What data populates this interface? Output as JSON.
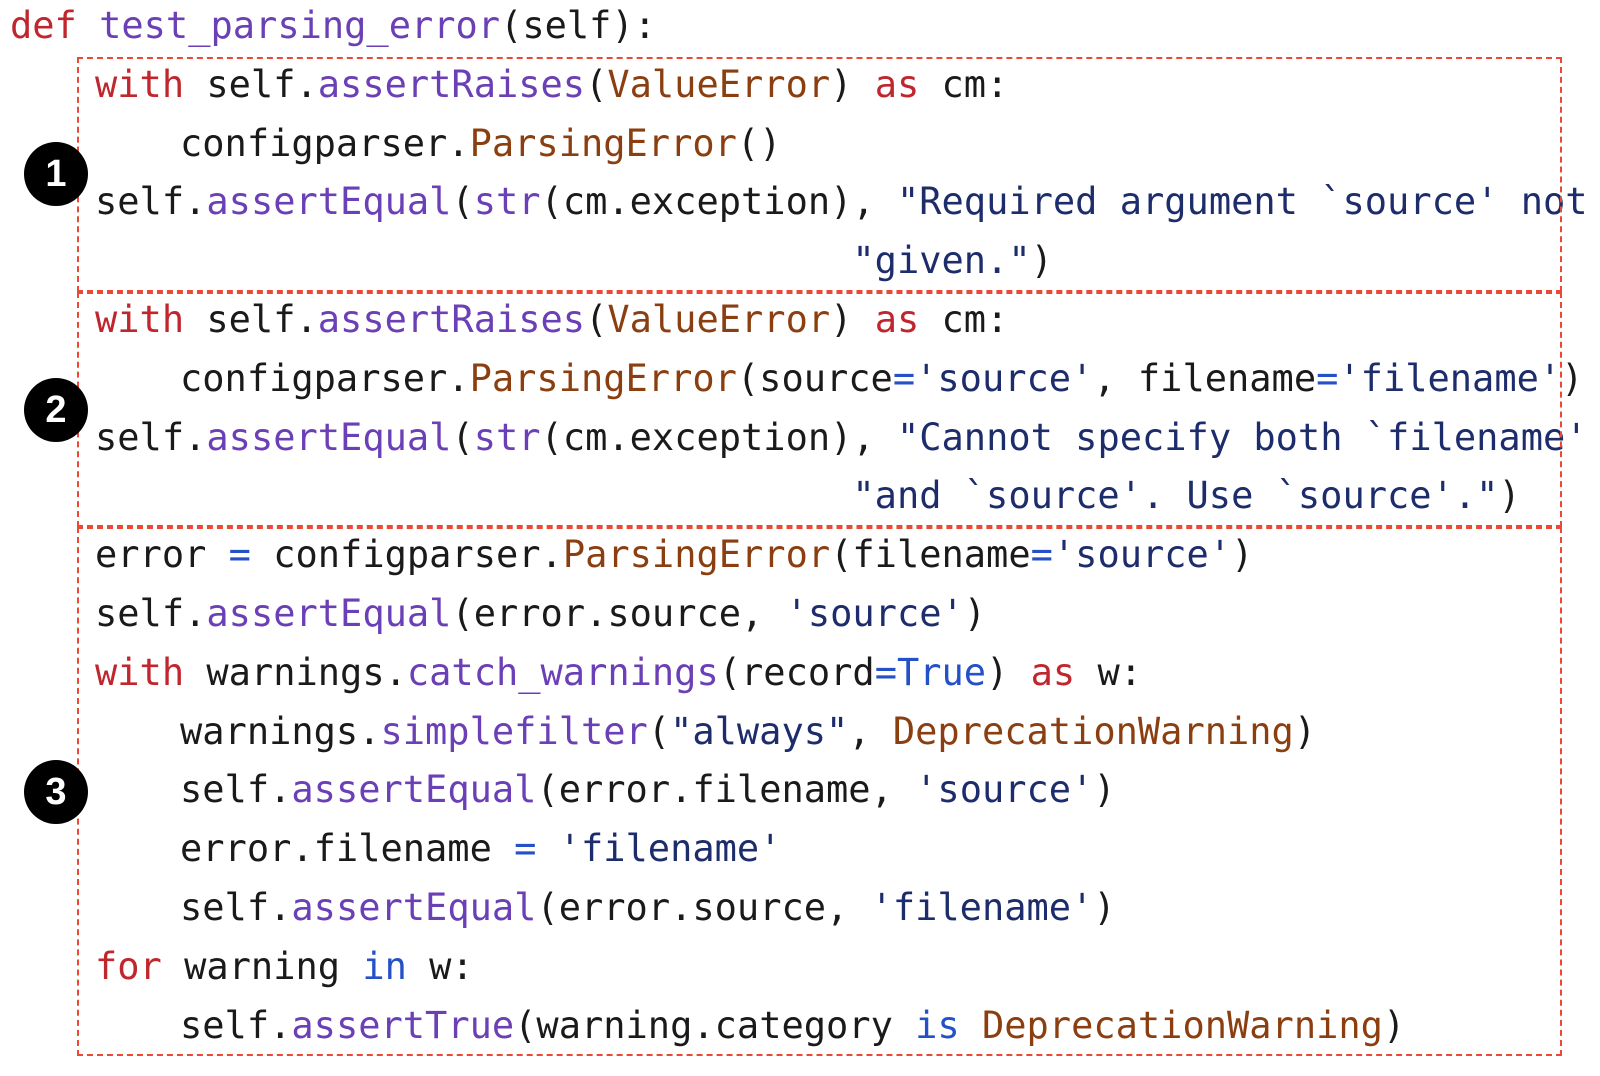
{
  "colors": {
    "keyword": "#c0262d",
    "function": "#6b3fb5",
    "class": "#8b3f10",
    "string": "#1d2c6b",
    "operator": "#2450c8",
    "plain": "#1a1a1a",
    "box_border": "#ea4a35",
    "badge_fill": "#000000"
  },
  "code": {
    "lines": [
      {
        "indent": 0,
        "tokens": [
          [
            "kw",
            "def"
          ],
          [
            "plain",
            " "
          ],
          [
            "fn",
            "test_parsing_error"
          ],
          [
            "plain",
            "(self):"
          ]
        ]
      },
      {
        "indent": 1,
        "tokens": [
          [
            "kw",
            "with"
          ],
          [
            "plain",
            " self."
          ],
          [
            "fn",
            "assertRaises"
          ],
          [
            "plain",
            "("
          ],
          [
            "cls",
            "ValueError"
          ],
          [
            "plain",
            ") "
          ],
          [
            "kw",
            "as"
          ],
          [
            "plain",
            " cm:"
          ]
        ]
      },
      {
        "indent": 2,
        "tokens": [
          [
            "plain",
            "configparser."
          ],
          [
            "cls",
            "ParsingError"
          ],
          [
            "plain",
            "()"
          ]
        ]
      },
      {
        "indent": 1,
        "tokens": [
          [
            "plain",
            "self."
          ],
          [
            "fn",
            "assertEqual"
          ],
          [
            "plain",
            "("
          ],
          [
            "fn",
            "str"
          ],
          [
            "plain",
            "(cm.exception), "
          ],
          [
            "str",
            "\"Required argument `source' not \""
          ]
        ]
      },
      {
        "indent": 1,
        "tokens": [
          [
            "plain",
            "                                  "
          ],
          [
            "str",
            "\"given.\""
          ],
          [
            "plain",
            ")"
          ]
        ]
      },
      {
        "indent": 1,
        "tokens": [
          [
            "kw",
            "with"
          ],
          [
            "plain",
            " self."
          ],
          [
            "fn",
            "assertRaises"
          ],
          [
            "plain",
            "("
          ],
          [
            "cls",
            "ValueError"
          ],
          [
            "plain",
            ") "
          ],
          [
            "kw",
            "as"
          ],
          [
            "plain",
            " cm:"
          ]
        ]
      },
      {
        "indent": 2,
        "tokens": [
          [
            "plain",
            "configparser."
          ],
          [
            "cls",
            "ParsingError"
          ],
          [
            "plain",
            "(source"
          ],
          [
            "op",
            "="
          ],
          [
            "str",
            "'source'"
          ],
          [
            "plain",
            ", filename"
          ],
          [
            "op",
            "="
          ],
          [
            "str",
            "'filename'"
          ],
          [
            "plain",
            ")"
          ]
        ]
      },
      {
        "indent": 1,
        "tokens": [
          [
            "plain",
            "self."
          ],
          [
            "fn",
            "assertEqual"
          ],
          [
            "plain",
            "("
          ],
          [
            "fn",
            "str"
          ],
          [
            "plain",
            "(cm.exception), "
          ],
          [
            "str",
            "\"Cannot specify both `filename' \""
          ]
        ]
      },
      {
        "indent": 1,
        "tokens": [
          [
            "plain",
            "                                  "
          ],
          [
            "str",
            "\"and `source'. Use `source'.\""
          ],
          [
            "plain",
            ")"
          ]
        ]
      },
      {
        "indent": 1,
        "tokens": [
          [
            "plain",
            "error "
          ],
          [
            "op",
            "="
          ],
          [
            "plain",
            " configparser."
          ],
          [
            "cls",
            "ParsingError"
          ],
          [
            "plain",
            "(filename"
          ],
          [
            "op",
            "="
          ],
          [
            "str",
            "'source'"
          ],
          [
            "plain",
            ")"
          ]
        ]
      },
      {
        "indent": 1,
        "tokens": [
          [
            "plain",
            "self."
          ],
          [
            "fn",
            "assertEqual"
          ],
          [
            "plain",
            "(error.source, "
          ],
          [
            "str",
            "'source'"
          ],
          [
            "plain",
            ")"
          ]
        ]
      },
      {
        "indent": 1,
        "tokens": [
          [
            "kw",
            "with"
          ],
          [
            "plain",
            " warnings."
          ],
          [
            "fn",
            "catch_warnings"
          ],
          [
            "plain",
            "(record"
          ],
          [
            "op",
            "="
          ],
          [
            "op",
            "True"
          ],
          [
            "plain",
            ") "
          ],
          [
            "kw",
            "as"
          ],
          [
            "plain",
            " w:"
          ]
        ]
      },
      {
        "indent": 2,
        "tokens": [
          [
            "plain",
            "warnings."
          ],
          [
            "fn",
            "simplefilter"
          ],
          [
            "plain",
            "("
          ],
          [
            "str",
            "\"always\""
          ],
          [
            "plain",
            ", "
          ],
          [
            "cls",
            "DeprecationWarning"
          ],
          [
            "plain",
            ")"
          ]
        ]
      },
      {
        "indent": 2,
        "tokens": [
          [
            "plain",
            "self."
          ],
          [
            "fn",
            "assertEqual"
          ],
          [
            "plain",
            "(error.filename, "
          ],
          [
            "str",
            "'source'"
          ],
          [
            "plain",
            ")"
          ]
        ]
      },
      {
        "indent": 2,
        "tokens": [
          [
            "plain",
            "error.filename "
          ],
          [
            "op",
            "="
          ],
          [
            "plain",
            " "
          ],
          [
            "str",
            "'filename'"
          ]
        ]
      },
      {
        "indent": 2,
        "tokens": [
          [
            "plain",
            "self."
          ],
          [
            "fn",
            "assertEqual"
          ],
          [
            "plain",
            "(error.source, "
          ],
          [
            "str",
            "'filename'"
          ],
          [
            "plain",
            ")"
          ]
        ]
      },
      {
        "indent": 1,
        "tokens": [
          [
            "kw",
            "for"
          ],
          [
            "plain",
            " warning "
          ],
          [
            "op",
            "in"
          ],
          [
            "plain",
            " w:"
          ]
        ]
      },
      {
        "indent": 2,
        "tokens": [
          [
            "plain",
            "self."
          ],
          [
            "fn",
            "assertTrue"
          ],
          [
            "plain",
            "(warning.category "
          ],
          [
            "op",
            "is"
          ],
          [
            "plain",
            " "
          ],
          [
            "cls",
            "DeprecationWarning"
          ],
          [
            "plain",
            ")"
          ]
        ]
      }
    ]
  },
  "blocks": [
    {
      "label": "1",
      "first_line": 1,
      "last_line": 4
    },
    {
      "label": "2",
      "first_line": 5,
      "last_line": 8
    },
    {
      "label": "3",
      "first_line": 9,
      "last_line": 17
    }
  ]
}
